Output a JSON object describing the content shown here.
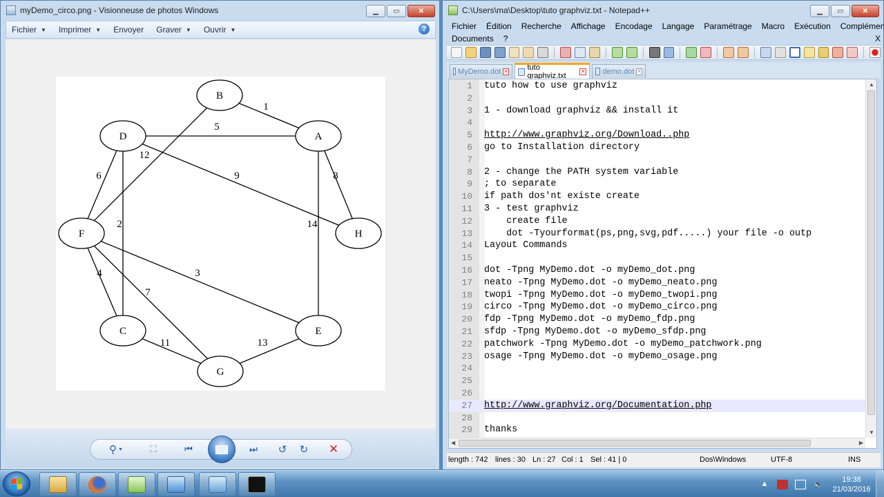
{
  "photo_viewer": {
    "title": "myDemo_circo.png - Visionneuse de photos Windows",
    "menus": [
      "Fichier",
      "Imprimer",
      "Envoyer",
      "Graver",
      "Ouvrir"
    ],
    "help_label": "?"
  },
  "graph": {
    "nodes": [
      "A",
      "B",
      "C",
      "D",
      "E",
      "F",
      "G",
      "H"
    ],
    "edges": [
      {
        "from": "B",
        "to": "A",
        "label": "1"
      },
      {
        "from": "D",
        "to": "C",
        "label": "2"
      },
      {
        "from": "F",
        "to": "E",
        "label": "3"
      },
      {
        "from": "F",
        "to": "C",
        "label": "4"
      },
      {
        "from": "D",
        "to": "A",
        "label": "5"
      },
      {
        "from": "D",
        "to": "F",
        "label": "6"
      },
      {
        "from": "F",
        "to": "G",
        "label": "7"
      },
      {
        "from": "A",
        "to": "H",
        "label": "8"
      },
      {
        "from": "D",
        "to": "H",
        "label": "9"
      },
      {
        "from": "C",
        "to": "G",
        "label": "11"
      },
      {
        "from": "F",
        "to": "B",
        "label": "12"
      },
      {
        "from": "G",
        "to": "E",
        "label": "13"
      },
      {
        "from": "A",
        "to": "E",
        "label": "14"
      }
    ]
  },
  "notepad": {
    "title": "C:\\Users\\ma\\Desktop\\tuto graphviz.txt - Notepad++",
    "menus_row1": [
      "Fichier",
      "Édition",
      "Recherche",
      "Affichage",
      "Encodage",
      "Langage",
      "Paramétrage",
      "Macro",
      "Exécution",
      "Compléments"
    ],
    "menus_row2": [
      "Documents",
      "?"
    ],
    "menu_close": "X",
    "tabs": [
      {
        "label": "MyDemo.dot",
        "active": false
      },
      {
        "label": "tuto graphviz.txt",
        "active": true
      },
      {
        "label": "demo.dot",
        "active": false
      }
    ],
    "lines": [
      {
        "n": "1",
        "text": "tuto how to use graphviz"
      },
      {
        "n": "2",
        "text": ""
      },
      {
        "n": "3",
        "text": "1 - download graphviz && install it"
      },
      {
        "n": "4",
        "text": ""
      },
      {
        "n": "5",
        "text": "http://www.graphviz.org/Download..php",
        "url": true
      },
      {
        "n": "6",
        "text": "go to Installation directory"
      },
      {
        "n": "7",
        "text": ""
      },
      {
        "n": "8",
        "text": "2 - change the PATH system variable"
      },
      {
        "n": "9",
        "text": "; to separate"
      },
      {
        "n": "10",
        "text": "if path dos'nt existe create"
      },
      {
        "n": "11",
        "text": "3 - test graphviz"
      },
      {
        "n": "12",
        "text": "    create file"
      },
      {
        "n": "13",
        "text": "    dot -Tyourformat(ps,png,svg,pdf.....) your file -o outp"
      },
      {
        "n": "14",
        "text": "Layout Commands"
      },
      {
        "n": "15",
        "text": ""
      },
      {
        "n": "16",
        "text": "dot -Tpng MyDemo.dot -o myDemo_dot.png"
      },
      {
        "n": "17",
        "text": "neato -Tpng MyDemo.dot -o myDemo_neato.png"
      },
      {
        "n": "18",
        "text": "twopi -Tpng MyDemo.dot -o myDemo_twopi.png"
      },
      {
        "n": "19",
        "text": "circo -Tpng MyDemo.dot -o myDemo_circo.png"
      },
      {
        "n": "20",
        "text": "fdp -Tpng MyDemo.dot -o myDemo_fdp.png"
      },
      {
        "n": "21",
        "text": "sfdp -Tpng MyDemo.dot -o myDemo_sfdp.png"
      },
      {
        "n": "22",
        "text": "patchwork -Tpng MyDemo.dot -o myDemo_patchwork.png"
      },
      {
        "n": "23",
        "text": "osage -Tpng MyDemo.dot -o myDemo_osage.png"
      },
      {
        "n": "24",
        "text": ""
      },
      {
        "n": "25",
        "text": ""
      },
      {
        "n": "26",
        "text": ""
      },
      {
        "n": "27",
        "text": "http://www.graphviz.org/Documentation.php",
        "url": true,
        "current": true
      },
      {
        "n": "28",
        "text": ""
      },
      {
        "n": "29",
        "text": "thanks"
      }
    ],
    "status": {
      "length": "length : 742",
      "lines": "lines : 30",
      "ln": "Ln : 27",
      "col": "Col : 1",
      "sel": "Sel : 41 | 0",
      "eol": "Dos\\Windows",
      "encoding": "UTF-8",
      "mode": "INS"
    }
  },
  "taskbar": {
    "time": "19:38",
    "date": "21/03/2016"
  }
}
